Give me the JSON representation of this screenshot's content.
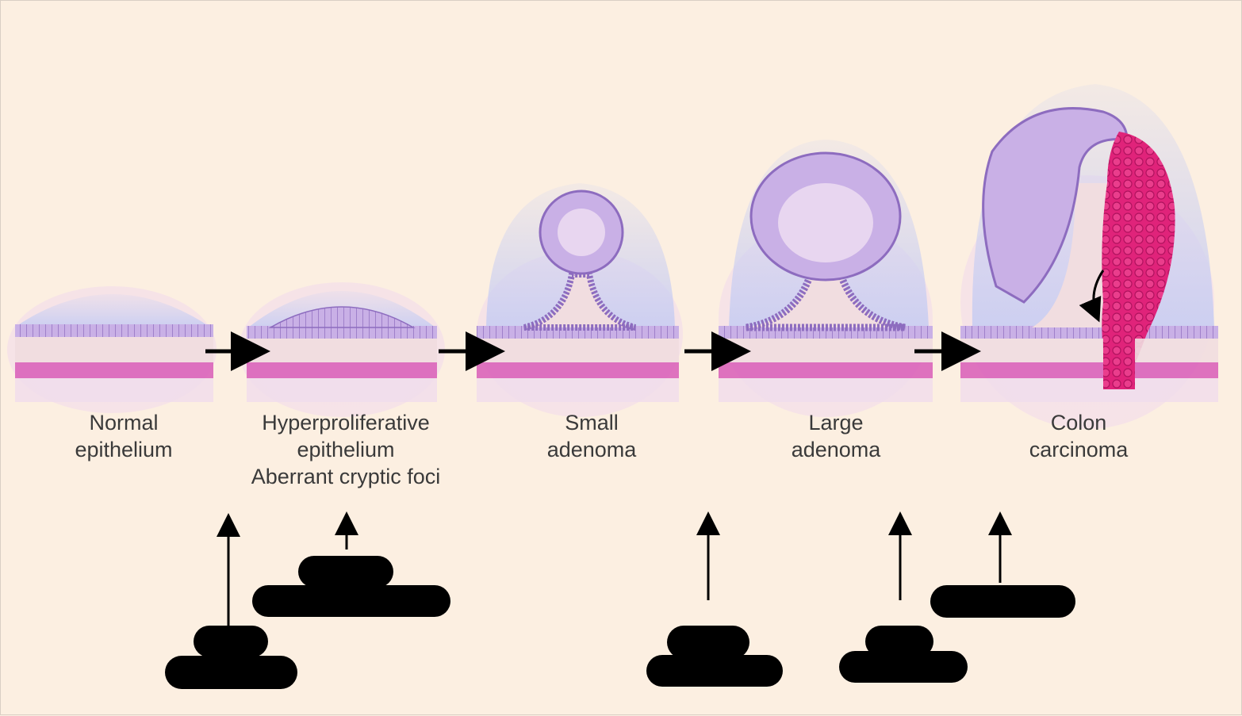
{
  "stages": [
    {
      "lines": [
        "Normal",
        "epithelium"
      ]
    },
    {
      "lines": [
        "Hyperproliferative",
        "epithelium",
        "Aberrant cryptic foci"
      ]
    },
    {
      "lines": [
        "Small",
        "adenoma"
      ]
    },
    {
      "lines": [
        "Large",
        "adenoma"
      ]
    },
    {
      "lines": [
        "Colon",
        "carcinoma"
      ]
    }
  ],
  "colors": {
    "background": "#fcefe1",
    "epithelium": "#b89ad9",
    "muscularis": "#d85cb7",
    "carcinoma": "#e0237a",
    "redaction": "#000000"
  }
}
